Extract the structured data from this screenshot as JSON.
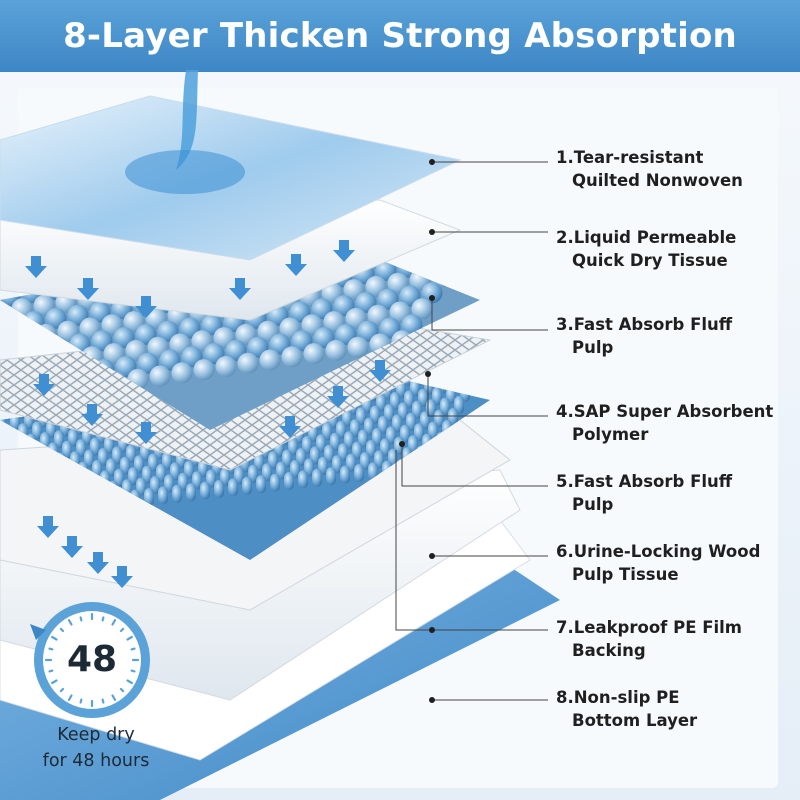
{
  "title": "8-Layer Thicken Strong Absorption Structure",
  "layers": [
    {
      "number": "1.",
      "line1": "Tear-resistant",
      "line2": "Quilted Nonwoven"
    },
    {
      "number": "2.",
      "line1": "Liquid Permeable",
      "line2": "Quick Dry Tissue"
    },
    {
      "number": "3.",
      "line1": "Fast Absorb Fluff",
      "line2": "Pulp"
    },
    {
      "number": "4.",
      "line1": "SAP Super Absorbent",
      "line2": "Polymer"
    },
    {
      "number": "5.",
      "line1": "Fast Absorb Fluff",
      "line2": "Pulp"
    },
    {
      "number": "6.",
      "line1": "Urine-Locking Wood",
      "line2": "Pulp Tissue"
    },
    {
      "number": "7.",
      "line1": "Leakproof PE Film",
      "line2": "Backing"
    },
    {
      "number": "8.",
      "line1": "Non-slip PE",
      "line2": "Bottom Layer"
    }
  ],
  "badge": {
    "number": "48",
    "icon": "clock-dial-icon"
  },
  "keep_dry": {
    "line1": "Keep dry",
    "line2": "for 48 hours"
  },
  "colors": {
    "accent_blue": "#3e87c6",
    "film_blue": "#5a9fd6",
    "bead_blue": "#8fbadc"
  }
}
